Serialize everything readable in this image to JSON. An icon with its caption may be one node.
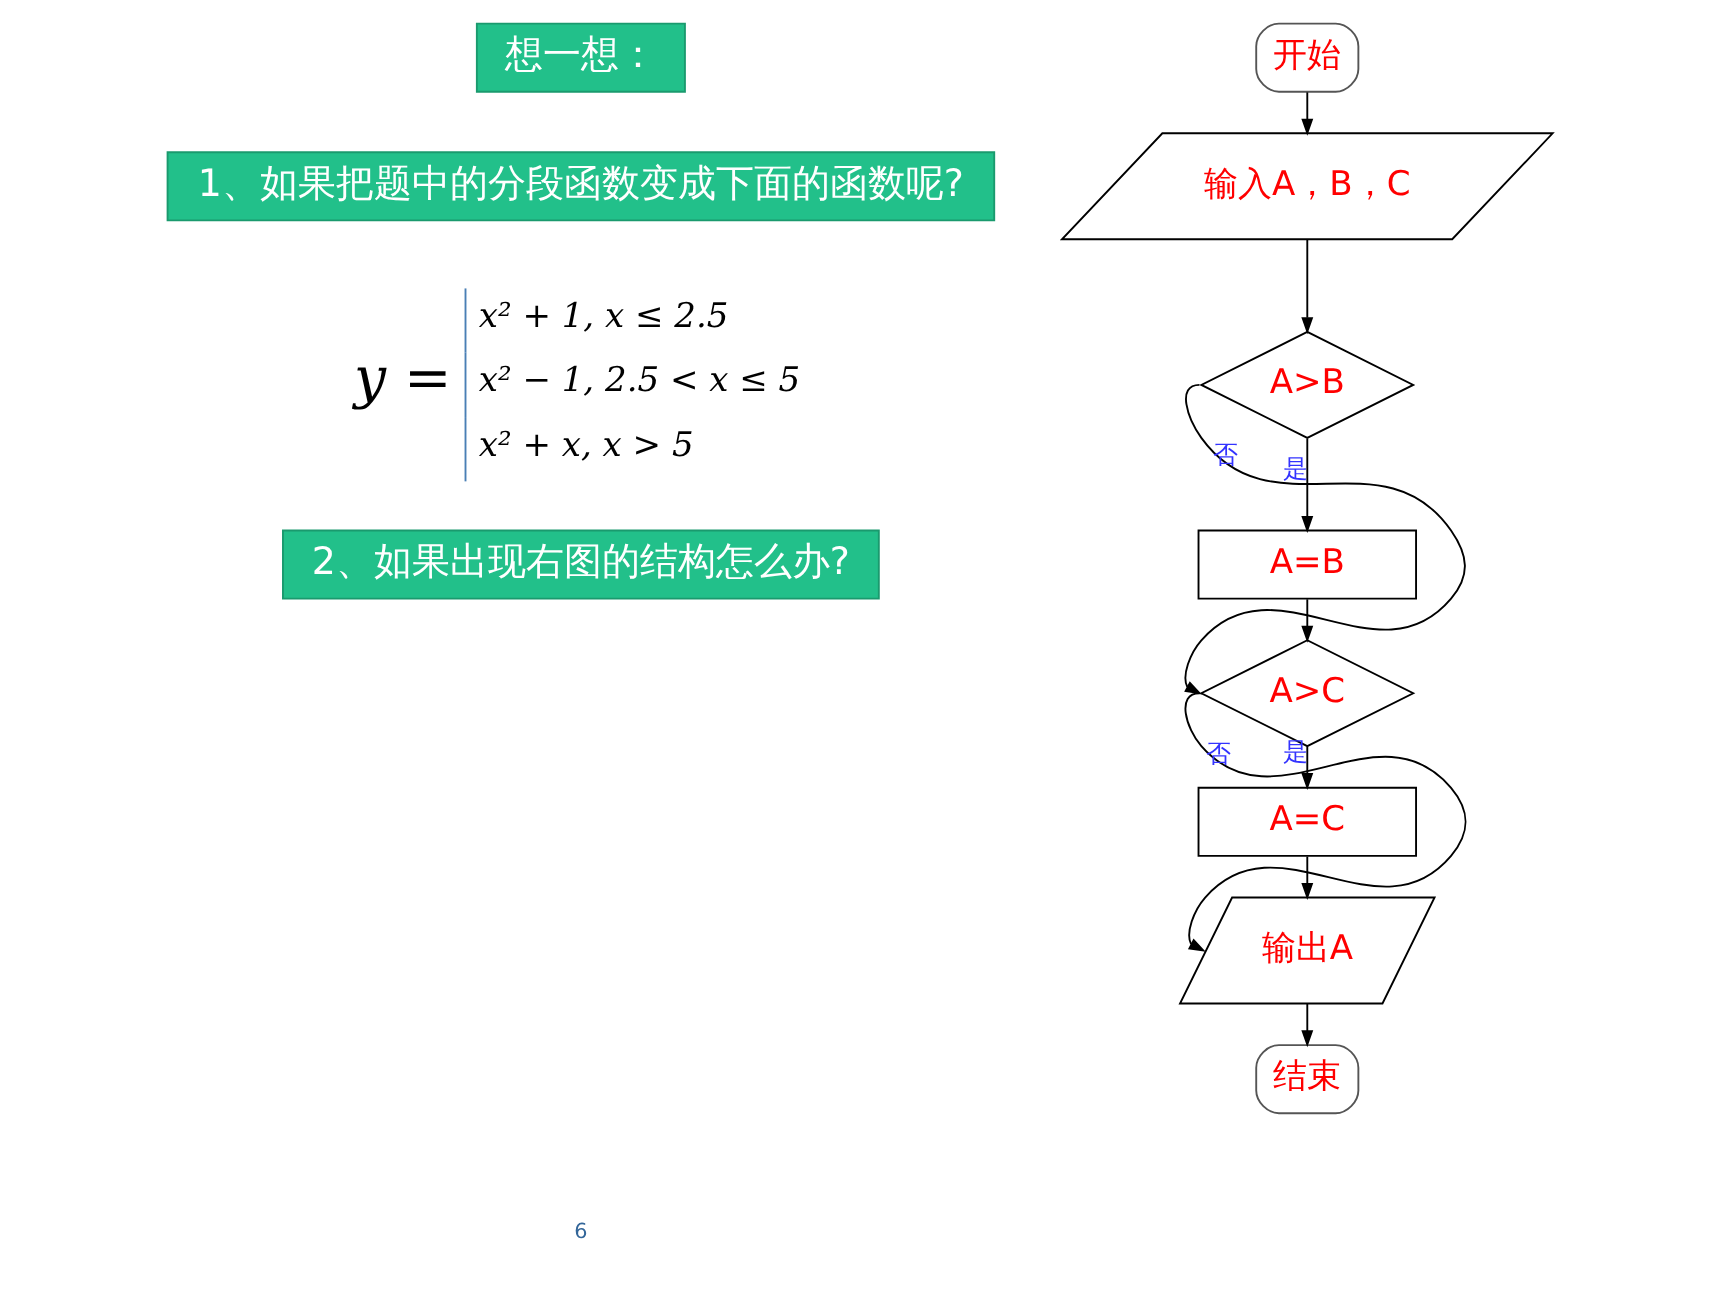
{
  "diagram": {
    "nodes": [
      {
        "text": [
          "想一想："
        ]
      },
      {
        "text": [
          "1、如果把题中的分段函数变成下面的函数呢?"
        ]
      },
      {
        "text": [
          "2、如果出现右图的结构怎么办?"
        ]
      },
      {
        "text": [
          "开始"
        ]
      },
      {
        "text": [
          "输入A，B，C"
        ]
      },
      {
        "text": [
          "A>B"
        ]
      },
      {
        "text": [
          "A=B"
        ]
      },
      {
        "text": [
          "A>C"
        ]
      },
      {
        "text": [
          "A=C"
        ]
      },
      {
        "text": [
          "输出A"
        ]
      },
      {
        "text": [
          "结束"
        ]
      }
    ],
    "edges": [
      {
        "from": 3,
        "to": 4,
        "arrow": "to"
      },
      {
        "from": 4,
        "to": 5,
        "arrow": "to"
      },
      {
        "from": 5,
        "to": 6,
        "arrow": "to",
        "label": "是"
      },
      {
        "from": 5,
        "to": 7,
        "arrow": "to",
        "label": "否"
      },
      {
        "from": 6,
        "to": 7,
        "arrow": "to"
      },
      {
        "from": 7,
        "to": 8,
        "arrow": "to",
        "label": "是"
      },
      {
        "from": 7,
        "to": 9,
        "arrow": "to",
        "label": "否"
      },
      {
        "from": 8,
        "to": 9,
        "arrow": "to"
      },
      {
        "from": 9,
        "to": 10,
        "arrow": "to"
      }
    ],
    "labels": [
      "y =",
      "x² + 1, x ≤ 2.5",
      "x² − 1, 2.5 < x ≤ 5",
      "x² + x, x > 5",
      "6"
    ]
  }
}
